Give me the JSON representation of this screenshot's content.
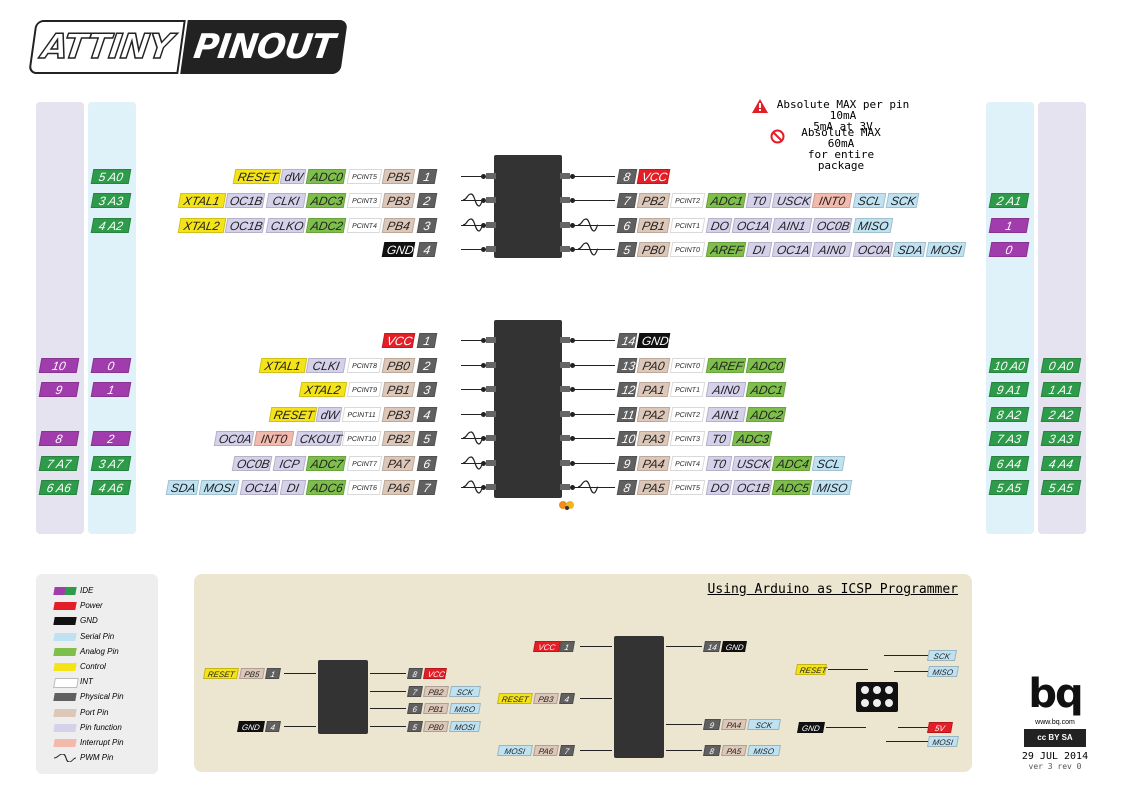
{
  "title": {
    "part1": "ATTINY",
    "part2": "PINOUT"
  },
  "warnings": {
    "pin_line1": "Absolute MAX per pin 10mA",
    "pin_line2": "5mA at 3V",
    "pkg_line1": "Absolute MAX 60mA",
    "pkg_line2": "for entire package"
  },
  "colors": {
    "ide_purple": "#a03cab",
    "ide_green": "#2e9b4a",
    "power": "#e41e26",
    "gnd": "#111111",
    "serial": "#bfe2f2",
    "analog": "#7dbf4a",
    "control": "#f5e31a",
    "int": "#ffffff",
    "physical": "#606060",
    "port": "#dcc7b8",
    "function": "#d5d1ea",
    "interrupt": "#f2b9ad"
  },
  "chips": [
    {
      "left": [
        {
          "labels": [
            {
              "t": "RESET",
              "c": "control"
            },
            {
              "t": "dW",
              "c": "function"
            },
            {
              "t": "ADC0",
              "c": "analog"
            },
            {
              "t": "PCINT5",
              "c": "int"
            },
            {
              "t": "PB5",
              "c": "port"
            }
          ],
          "pin": "1",
          "pwm": false,
          "ide": [
            {
              "t": "5 A0",
              "c": "ide_green"
            }
          ]
        },
        {
          "labels": [
            {
              "t": "XTAL1",
              "c": "control"
            },
            {
              "t": "OC1B",
              "c": "function"
            },
            {
              "t": "CLKI",
              "c": "function"
            },
            {
              "t": "ADC3",
              "c": "analog"
            },
            {
              "t": "PCINT3",
              "c": "int"
            },
            {
              "t": "PB3",
              "c": "port"
            }
          ],
          "pin": "2",
          "pwm": true,
          "ide": [
            {
              "t": "3 A3",
              "c": "ide_green"
            }
          ]
        },
        {
          "labels": [
            {
              "t": "XTAL2",
              "c": "control"
            },
            {
              "t": "OC1B",
              "c": "function"
            },
            {
              "t": "CLKO",
              "c": "function"
            },
            {
              "t": "ADC2",
              "c": "analog"
            },
            {
              "t": "PCINT4",
              "c": "int"
            },
            {
              "t": "PB4",
              "c": "port"
            }
          ],
          "pin": "3",
          "pwm": true,
          "ide": [
            {
              "t": "4 A2",
              "c": "ide_green"
            }
          ]
        },
        {
          "labels": [
            {
              "t": "GND",
              "c": "gnd"
            }
          ],
          "pin": "4",
          "pwm": false,
          "ide": []
        }
      ],
      "right": [
        {
          "labels": [
            {
              "t": "VCC",
              "c": "power"
            }
          ],
          "pin": "8",
          "pwm": false,
          "ide": []
        },
        {
          "labels": [
            {
              "t": "PB2",
              "c": "port"
            },
            {
              "t": "PCINT2",
              "c": "int"
            },
            {
              "t": "ADC1",
              "c": "analog"
            },
            {
              "t": "T0",
              "c": "function"
            },
            {
              "t": "USCK",
              "c": "function"
            },
            {
              "t": "INT0",
              "c": "interrupt"
            },
            {
              "t": "SCL",
              "c": "serial"
            },
            {
              "t": "SCK",
              "c": "serial"
            }
          ],
          "pin": "7",
          "pwm": false,
          "ide": [
            {
              "t": "2 A1",
              "c": "ide_green"
            }
          ]
        },
        {
          "labels": [
            {
              "t": "PB1",
              "c": "port"
            },
            {
              "t": "PCINT1",
              "c": "int"
            },
            {
              "t": "DO",
              "c": "function"
            },
            {
              "t": "OC1A",
              "c": "function"
            },
            {
              "t": "AIN1",
              "c": "function"
            },
            {
              "t": "OC0B",
              "c": "function"
            },
            {
              "t": "MISO",
              "c": "serial"
            }
          ],
          "pin": "6",
          "pwm": true,
          "ide": [
            {
              "t": "1",
              "c": "ide_purple"
            }
          ]
        },
        {
          "labels": [
            {
              "t": "PB0",
              "c": "port"
            },
            {
              "t": "PCINT0",
              "c": "int"
            },
            {
              "t": "AREF",
              "c": "analog"
            },
            {
              "t": "DI",
              "c": "function"
            },
            {
              "t": "OC1A",
              "c": "function"
            },
            {
              "t": "AIN0",
              "c": "function"
            },
            {
              "t": "OC0A",
              "c": "function"
            },
            {
              "t": "SDA",
              "c": "serial"
            },
            {
              "t": "MOSI",
              "c": "serial"
            }
          ],
          "pin": "5",
          "pwm": true,
          "ide": [
            {
              "t": "0",
              "c": "ide_purple"
            }
          ]
        }
      ]
    },
    {
      "left": [
        {
          "labels": [
            {
              "t": "VCC",
              "c": "power"
            }
          ],
          "pin": "1",
          "pwm": false,
          "ide": []
        },
        {
          "labels": [
            {
              "t": "XTAL1",
              "c": "control"
            },
            {
              "t": "CLKI",
              "c": "function"
            },
            {
              "t": "PCINT8",
              "c": "int"
            },
            {
              "t": "PB0",
              "c": "port"
            }
          ],
          "pin": "2",
          "pwm": false,
          "ide": [
            {
              "t": "10",
              "c": "ide_purple"
            },
            {
              "t": "0",
              "c": "ide_purple"
            }
          ]
        },
        {
          "labels": [
            {
              "t": "XTAL2",
              "c": "control"
            },
            {
              "t": "PCINT9",
              "c": "int"
            },
            {
              "t": "PB1",
              "c": "port"
            }
          ],
          "pin": "3",
          "pwm": false,
          "ide": [
            {
              "t": "9",
              "c": "ide_purple"
            },
            {
              "t": "1",
              "c": "ide_purple"
            }
          ]
        },
        {
          "labels": [
            {
              "t": "RESET",
              "c": "control"
            },
            {
              "t": "dW",
              "c": "function"
            },
            {
              "t": "PCINT11",
              "c": "int"
            },
            {
              "t": "PB3",
              "c": "port"
            }
          ],
          "pin": "4",
          "pwm": false,
          "ide": []
        },
        {
          "labels": [
            {
              "t": "OC0A",
              "c": "function"
            },
            {
              "t": "INT0",
              "c": "interrupt"
            },
            {
              "t": "CKOUT",
              "c": "function"
            },
            {
              "t": "PCINT10",
              "c": "int"
            },
            {
              "t": "PB2",
              "c": "port"
            }
          ],
          "pin": "5",
          "pwm": true,
          "ide": [
            {
              "t": "8",
              "c": "ide_purple"
            },
            {
              "t": "2",
              "c": "ide_purple"
            }
          ]
        },
        {
          "labels": [
            {
              "t": "OC0B",
              "c": "function"
            },
            {
              "t": "ICP",
              "c": "function"
            },
            {
              "t": "ADC7",
              "c": "analog"
            },
            {
              "t": "PCINT7",
              "c": "int"
            },
            {
              "t": "PA7",
              "c": "port"
            }
          ],
          "pin": "6",
          "pwm": true,
          "ide": [
            {
              "t": "7 A7",
              "c": "ide_green"
            },
            {
              "t": "3 A7",
              "c": "ide_green"
            }
          ]
        },
        {
          "labels": [
            {
              "t": "SDA",
              "c": "serial"
            },
            {
              "t": "MOSI",
              "c": "serial"
            },
            {
              "t": "OC1A",
              "c": "function"
            },
            {
              "t": "DI",
              "c": "function"
            },
            {
              "t": "ADC6",
              "c": "analog"
            },
            {
              "t": "PCINT6",
              "c": "int"
            },
            {
              "t": "PA6",
              "c": "port"
            }
          ],
          "pin": "7",
          "pwm": true,
          "ide": [
            {
              "t": "6 A6",
              "c": "ide_green"
            },
            {
              "t": "4 A6",
              "c": "ide_green"
            }
          ]
        }
      ],
      "right": [
        {
          "labels": [
            {
              "t": "GND",
              "c": "gnd"
            }
          ],
          "pin": "14",
          "pwm": false,
          "ide": []
        },
        {
          "labels": [
            {
              "t": "PA0",
              "c": "port"
            },
            {
              "t": "PCINT0",
              "c": "int"
            },
            {
              "t": "AREF",
              "c": "analog"
            },
            {
              "t": "ADC0",
              "c": "analog"
            }
          ],
          "pin": "13",
          "pwm": false,
          "ide": [
            {
              "t": "10 A0",
              "c": "ide_green"
            },
            {
              "t": "0 A0",
              "c": "ide_green"
            }
          ]
        },
        {
          "labels": [
            {
              "t": "PA1",
              "c": "port"
            },
            {
              "t": "PCINT1",
              "c": "int"
            },
            {
              "t": "AIN0",
              "c": "function"
            },
            {
              "t": "ADC1",
              "c": "analog"
            }
          ],
          "pin": "12",
          "pwm": false,
          "ide": [
            {
              "t": "9 A1",
              "c": "ide_green"
            },
            {
              "t": "1 A1",
              "c": "ide_green"
            }
          ]
        },
        {
          "labels": [
            {
              "t": "PA2",
              "c": "port"
            },
            {
              "t": "PCINT2",
              "c": "int"
            },
            {
              "t": "AIN1",
              "c": "function"
            },
            {
              "t": "ADC2",
              "c": "analog"
            }
          ],
          "pin": "11",
          "pwm": false,
          "ide": [
            {
              "t": "8 A2",
              "c": "ide_green"
            },
            {
              "t": "2 A2",
              "c": "ide_green"
            }
          ]
        },
        {
          "labels": [
            {
              "t": "PA3",
              "c": "port"
            },
            {
              "t": "PCINT3",
              "c": "int"
            },
            {
              "t": "T0",
              "c": "function"
            },
            {
              "t": "ADC3",
              "c": "analog"
            }
          ],
          "pin": "10",
          "pwm": false,
          "ide": [
            {
              "t": "7 A3",
              "c": "ide_green"
            },
            {
              "t": "3 A3",
              "c": "ide_green"
            }
          ]
        },
        {
          "labels": [
            {
              "t": "PA4",
              "c": "port"
            },
            {
              "t": "PCINT4",
              "c": "int"
            },
            {
              "t": "T0",
              "c": "function"
            },
            {
              "t": "USCK",
              "c": "function"
            },
            {
              "t": "ADC4",
              "c": "analog"
            },
            {
              "t": "SCL",
              "c": "serial"
            }
          ],
          "pin": "9",
          "pwm": false,
          "ide": [
            {
              "t": "6 A4",
              "c": "ide_green"
            },
            {
              "t": "4 A4",
              "c": "ide_green"
            }
          ]
        },
        {
          "labels": [
            {
              "t": "PA5",
              "c": "port"
            },
            {
              "t": "PCINT5",
              "c": "int"
            },
            {
              "t": "DO",
              "c": "function"
            },
            {
              "t": "OC1B",
              "c": "function"
            },
            {
              "t": "ADC5",
              "c": "analog"
            },
            {
              "t": "MISO",
              "c": "serial"
            }
          ],
          "pin": "8",
          "pwm": true,
          "ide": [
            {
              "t": "5 A5",
              "c": "ide_green"
            },
            {
              "t": "5 A5",
              "c": "ide_green"
            }
          ]
        }
      ]
    }
  ],
  "legend": [
    {
      "label": "IDE",
      "c": "ide"
    },
    {
      "label": "Power",
      "c": "power"
    },
    {
      "label": "GND",
      "c": "gnd"
    },
    {
      "label": "Serial Pin",
      "c": "serial"
    },
    {
      "label": "Analog Pin",
      "c": "analog"
    },
    {
      "label": "Control",
      "c": "control"
    },
    {
      "label": "INT",
      "c": "int"
    },
    {
      "label": "Physical Pin",
      "c": "physical"
    },
    {
      "label": "Port Pin",
      "c": "port"
    },
    {
      "label": "Pin function",
      "c": "function"
    },
    {
      "label": "Interrupt Pin",
      "c": "interrupt"
    },
    {
      "label": "PWM Pin",
      "c": "pwm"
    }
  ],
  "icsp": {
    "title": "Using Arduino as ICSP Programmer",
    "chip1": {
      "left": [
        [
          "RESET",
          "PB5",
          "1"
        ],
        [
          "",
          "",
          "2"
        ],
        [
          "",
          "",
          "3"
        ],
        [
          "GND",
          "",
          "4"
        ]
      ],
      "right": [
        [
          "8",
          "VCC",
          ""
        ],
        [
          "7",
          "PB2",
          "SCK"
        ],
        [
          "6",
          "PB1",
          "MISO"
        ],
        [
          "5",
          "PB0",
          "MOSI"
        ]
      ]
    },
    "chip2": {
      "left": [
        [
          "VCC",
          "",
          "1"
        ],
        [
          "",
          "",
          ""
        ],
        [
          "RESET",
          "PB3",
          "4"
        ],
        [
          "",
          "",
          ""
        ],
        [
          "MOSI",
          "PA6",
          "7"
        ]
      ],
      "right": [
        [
          "14",
          "GND",
          ""
        ],
        [
          "",
          "",
          ""
        ],
        [
          "",
          "",
          ""
        ],
        [
          "9",
          "PA4",
          "SCK"
        ],
        [
          "8",
          "PA5",
          "MISO"
        ]
      ]
    },
    "header": {
      "reset": "RESET",
      "gnd": "GND",
      "sck": "SCK",
      "miso": "MISO",
      "v5": "5V",
      "mosi": "MOSI"
    }
  },
  "brand": {
    "logo": "bq",
    "url": "www.bq.com",
    "license": "cc BY SA",
    "date": "29 JUL 2014",
    "version": "ver 3 rev 0"
  }
}
